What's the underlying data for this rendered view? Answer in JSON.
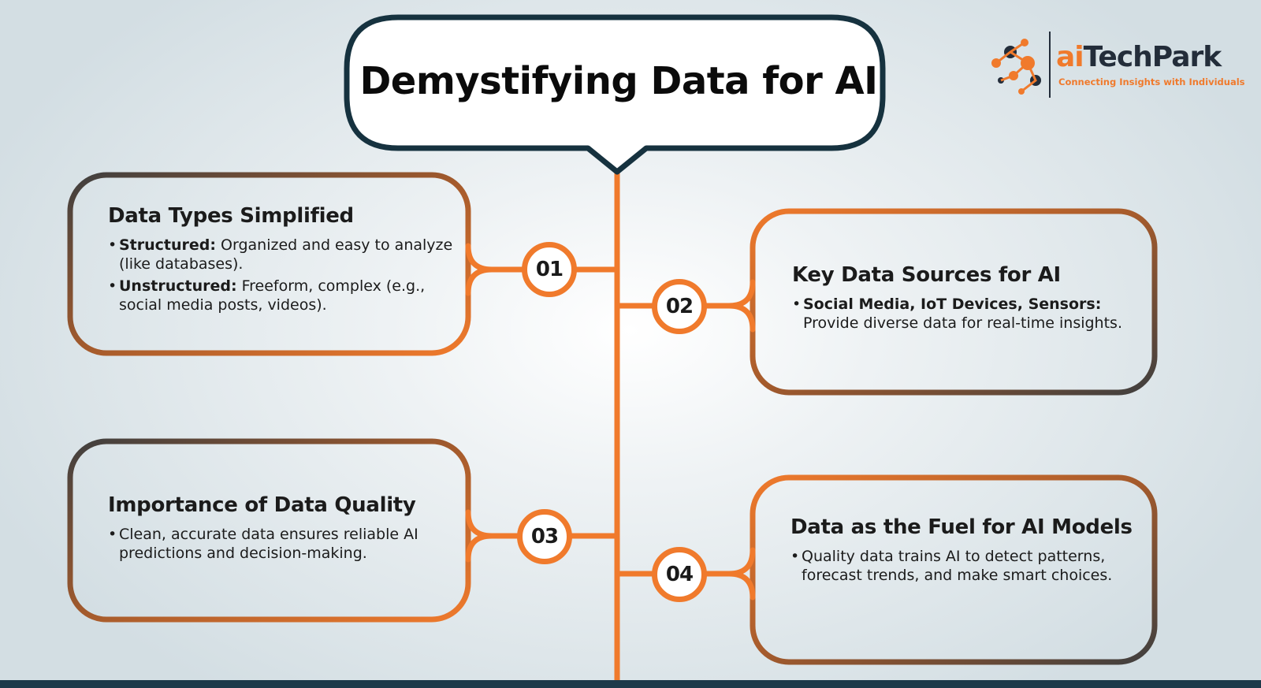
{
  "title": "Demystifying Data for AI",
  "brand": {
    "name_prefix": "ai",
    "name_suffix": "TechPark",
    "tagline": "Connecting Insights with Individuals",
    "accent_color": "#f07a2c",
    "dark_color": "#232d3a"
  },
  "colors": {
    "orange": "#f07a2c",
    "charcoal": "#454545",
    "navy": "#1d3a4a"
  },
  "steps": [
    {
      "number": "01",
      "title": "Data Types Simplified",
      "bullets": [
        {
          "bold": "Structured:",
          "text": " Organized and easy to analyze (like databases)."
        },
        {
          "bold": "Unstructured:",
          "text": " Freeform, complex (e.g., social media posts, videos)."
        }
      ]
    },
    {
      "number": "02",
      "title": "Key Data Sources for AI",
      "bullets": [
        {
          "bold": "Social Media, IoT Devices, Sensors:",
          "text": " Provide diverse data for real-time insights."
        }
      ]
    },
    {
      "number": "03",
      "title": "Importance of Data Quality",
      "bullets": [
        {
          "bold": "",
          "text": "Clean, accurate data ensures reliable AI predictions and decision-making."
        }
      ]
    },
    {
      "number": "04",
      "title": "Data as the Fuel for AI Models",
      "bullets": [
        {
          "bold": "",
          "text": "Quality data trains AI to detect patterns, forecast trends, and make smart choices."
        }
      ]
    }
  ]
}
